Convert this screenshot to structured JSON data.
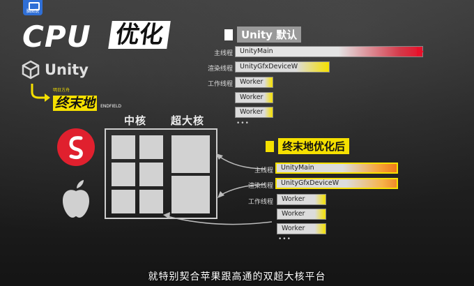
{
  "badge": {
    "text": "脑图说"
  },
  "title": {
    "cpu": "CPU",
    "opt": "优化"
  },
  "unity_logo": {
    "text": "Unity"
  },
  "game_logo": {
    "small": "明日方舟",
    "big": "终末地",
    "sub": "ENDFIELD"
  },
  "default_section": {
    "header": "Unity 默认",
    "rows": [
      {
        "label": "主线程",
        "bar": "UnityMain"
      },
      {
        "label": "渲染线程",
        "bar": "UnityGfxDeviceW"
      },
      {
        "label": "工作线程",
        "bar": "Worker"
      },
      {
        "label": "",
        "bar": "Worker"
      },
      {
        "label": "",
        "bar": "Worker"
      }
    ],
    "more": "•••"
  },
  "optimized_section": {
    "header": "终末地优化后",
    "rows": [
      {
        "label": "主线程",
        "bar": "UnityMain"
      },
      {
        "label": "渲染线程",
        "bar": "UnityGfxDeviceW"
      },
      {
        "label": "工作线程",
        "bar": "Worker"
      },
      {
        "label": "",
        "bar": "Worker"
      },
      {
        "label": "",
        "bar": "Worker"
      }
    ],
    "more": "•••"
  },
  "cores": {
    "mid_label": "中核",
    "big_label": "超大核"
  },
  "colors": {
    "yellow": "#f5e000",
    "red": "#e8102a",
    "orange": "#f07a1a",
    "snapdragon": "#e0202e"
  },
  "subtitle": "就特别契合苹果跟高通的双超大核平台"
}
